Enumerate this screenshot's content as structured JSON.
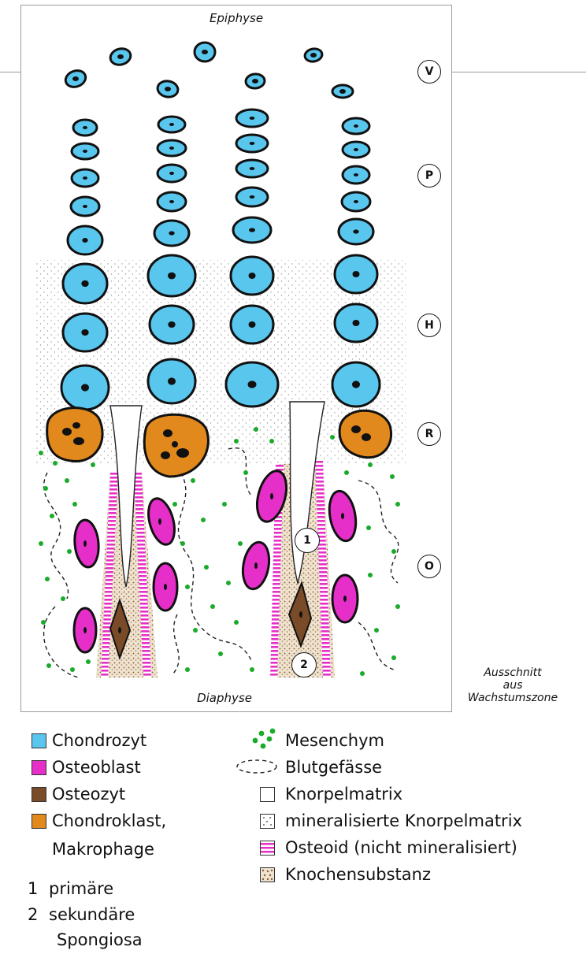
{
  "figure": {
    "top_label": "Epiphyse",
    "bottom_label": "Diaphyse",
    "caption_lines": [
      "Ausschnitt",
      "aus",
      "Wachstumszone"
    ],
    "zones": [
      "V",
      "P",
      "H",
      "R",
      "O"
    ],
    "markers": [
      "1",
      "2"
    ]
  },
  "colors": {
    "chondrocyte": "#59c6ee",
    "osteoblast": "#e62fc9",
    "osteocyte": "#7a4b28",
    "chondroclast": "#e2891d",
    "mesenchyme": "#1aab2a",
    "osteoid_stripe": "#e62fc9",
    "bone_substance": "#d8c4a8"
  },
  "legend_left": [
    {
      "label": "Chondrozyt",
      "icon": "chondrocyte-swatch"
    },
    {
      "label": "Osteoblast",
      "icon": "osteoblast-swatch"
    },
    {
      "label": "Osteozyt",
      "icon": "osteocyte-swatch"
    },
    {
      "label": "Chondroklast,",
      "icon": "chondroclast-swatch"
    },
    {
      "label": "Makrophage",
      "icon": ""
    }
  ],
  "legend_numbered": [
    {
      "num": "1",
      "label": "primäre"
    },
    {
      "num": "2",
      "label": "sekundäre"
    }
  ],
  "legend_numbered_tail": "Spongiosa",
  "legend_right": [
    {
      "label": "Mesenchym",
      "icon": "mesenchyme-dots-icon"
    },
    {
      "label": "Blutgefässe",
      "icon": "blood-vessel-icon"
    },
    {
      "label": "Knorpelmatrix",
      "icon": "cartilage-matrix-swatch"
    },
    {
      "label": "mineralisierte Knorpelmatrix",
      "icon": "mineralized-matrix-swatch"
    },
    {
      "label": "Osteoid (nicht mineralisiert)",
      "icon": "osteoid-swatch"
    },
    {
      "label": "Knochensubstanz",
      "icon": "bone-substance-swatch"
    }
  ]
}
